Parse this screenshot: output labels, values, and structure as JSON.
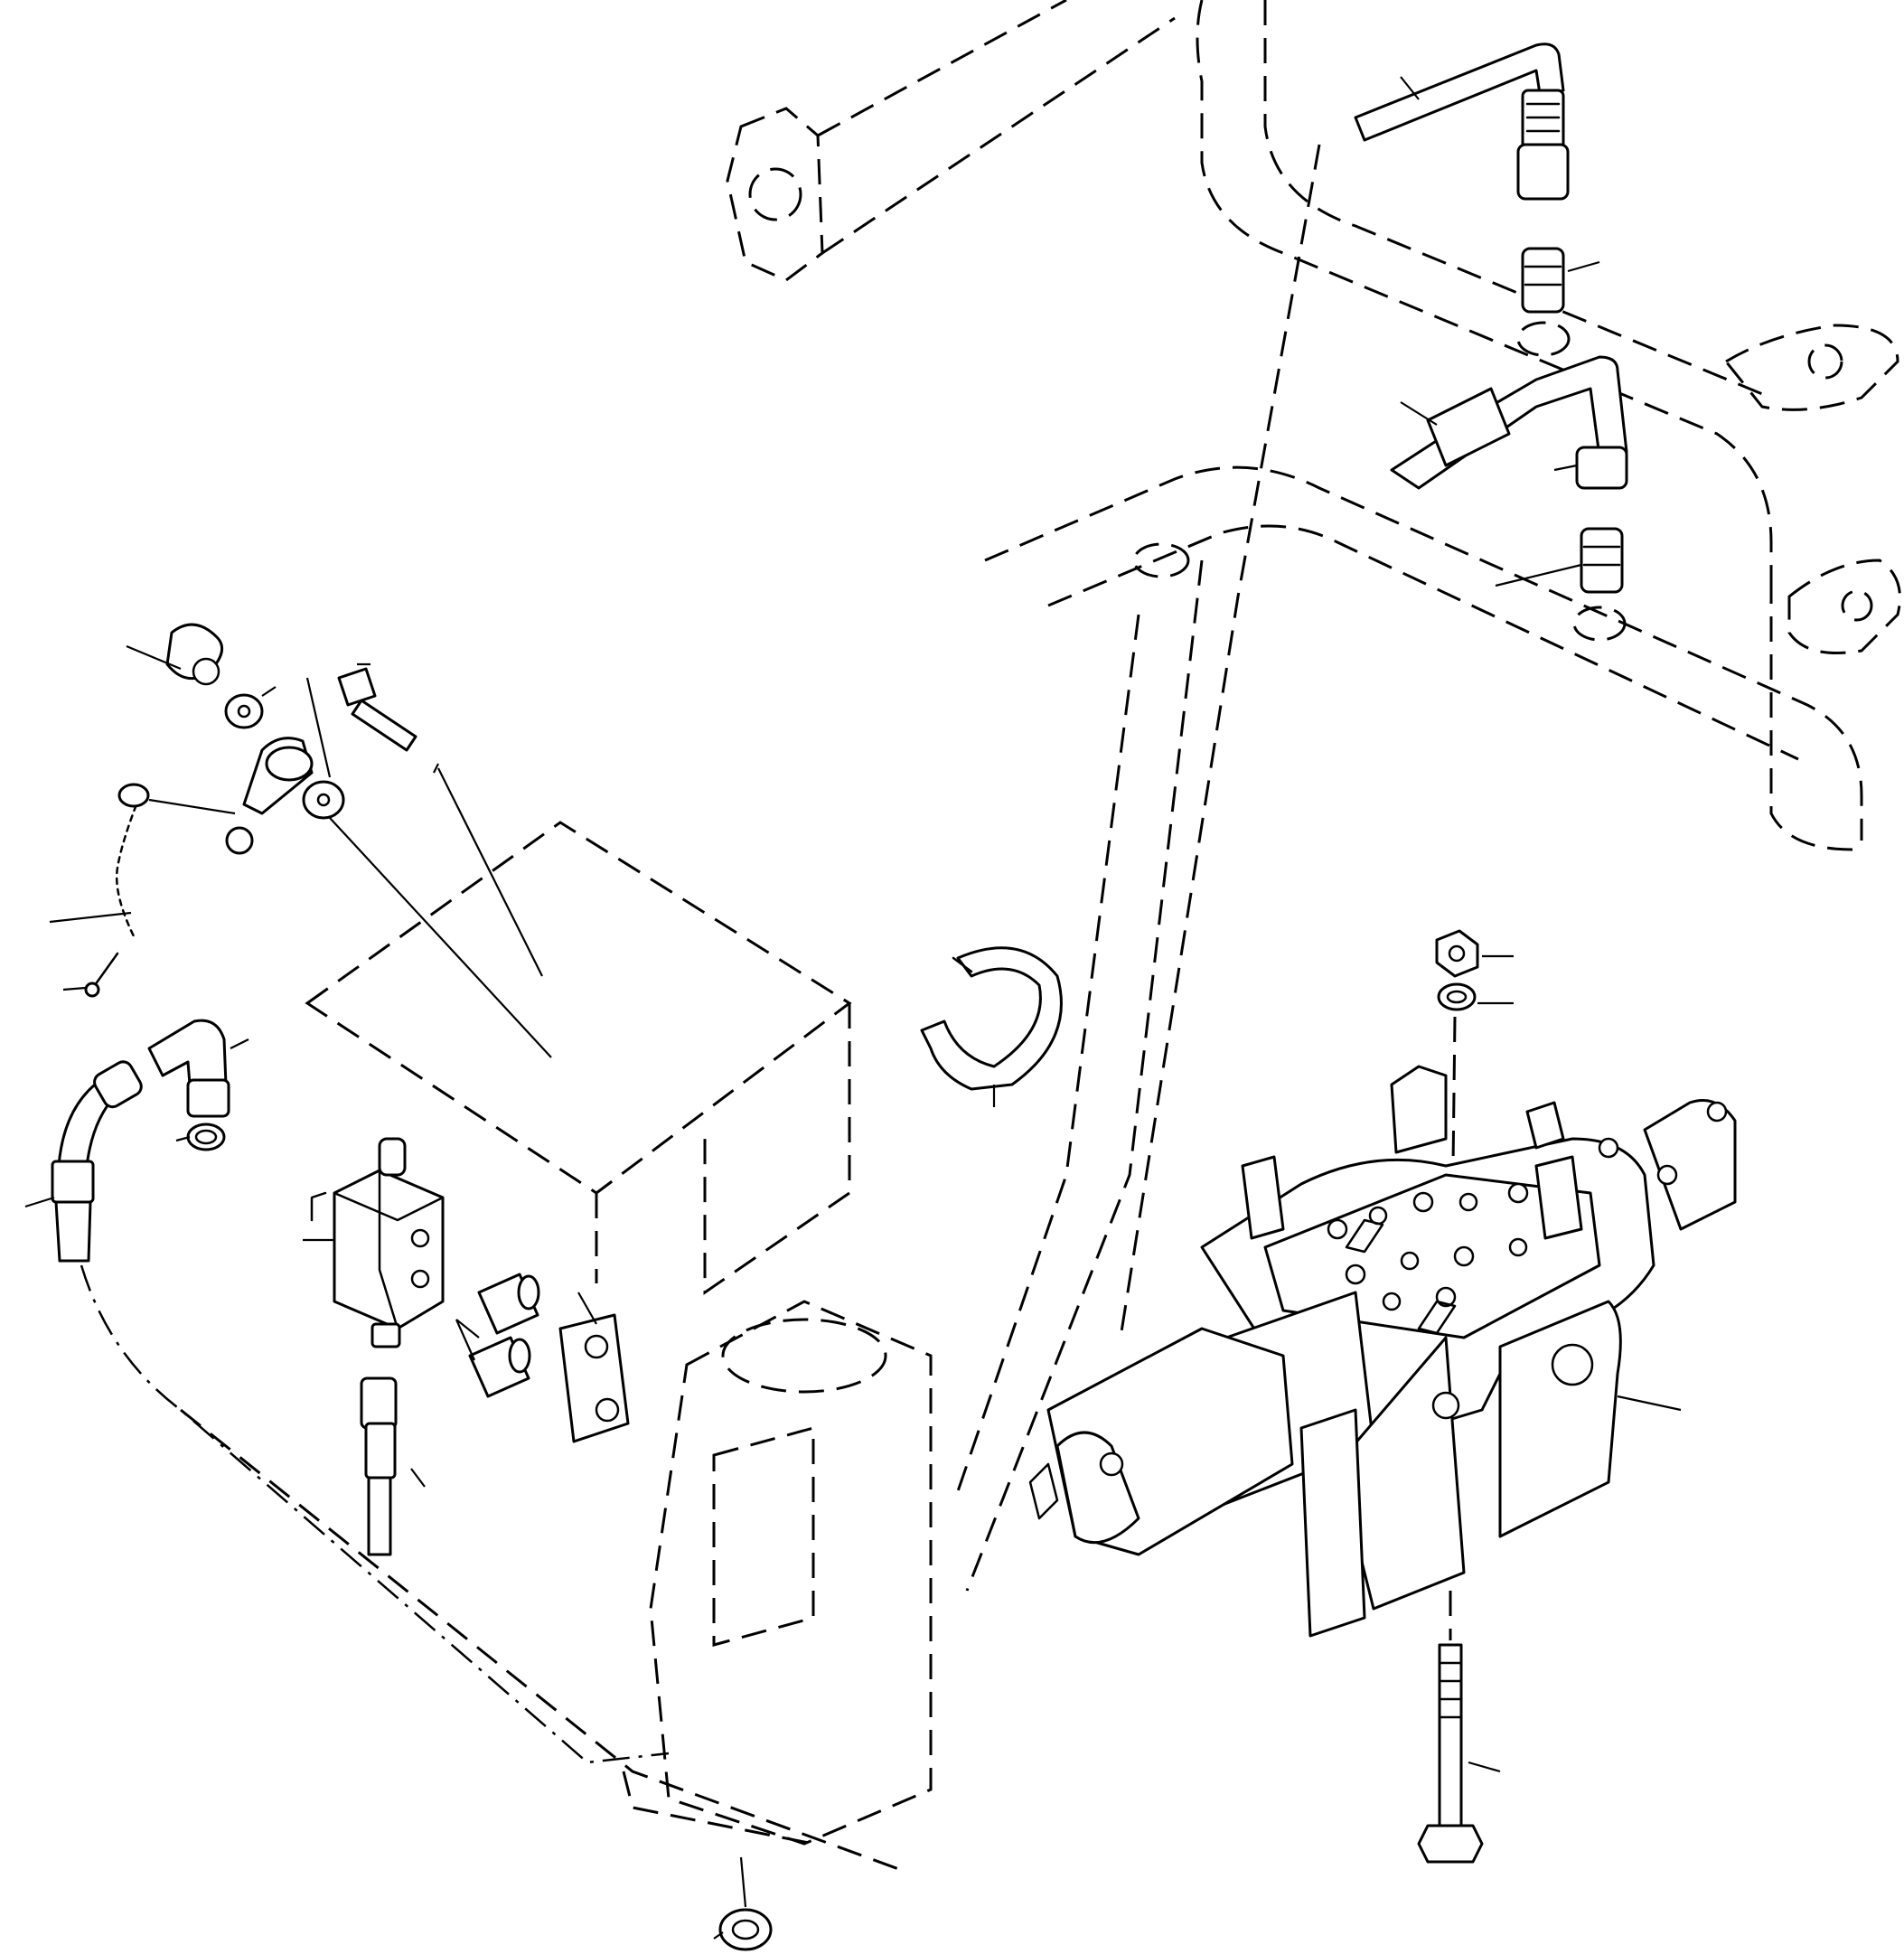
{
  "diagram": {
    "type": "exploded-parts-view",
    "parts": [
      {
        "id": "upper-tube-line"
      },
      {
        "id": "upper-nut-fitting"
      },
      {
        "id": "upper-adapter"
      },
      {
        "id": "middle-tube-line"
      },
      {
        "id": "middle-nut-fitting"
      },
      {
        "id": "middle-adapter"
      },
      {
        "id": "wing-nut"
      },
      {
        "id": "washer-upper"
      },
      {
        "id": "lever-arm"
      },
      {
        "id": "washer-lower"
      },
      {
        "id": "bolt-small"
      },
      {
        "id": "chain"
      },
      {
        "id": "chain-ring"
      },
      {
        "id": "pin"
      },
      {
        "id": "elbow-fitting"
      },
      {
        "id": "o-ring"
      },
      {
        "id": "hose"
      },
      {
        "id": "solenoid-valve"
      },
      {
        "id": "spacers"
      },
      {
        "id": "mounting-plate"
      },
      {
        "id": "lower-hose-fitting"
      },
      {
        "id": "plug"
      },
      {
        "id": "clamp-strap"
      },
      {
        "id": "nut"
      },
      {
        "id": "lock-washer"
      },
      {
        "id": "control-valve"
      },
      {
        "id": "long-bolt"
      }
    ]
  }
}
